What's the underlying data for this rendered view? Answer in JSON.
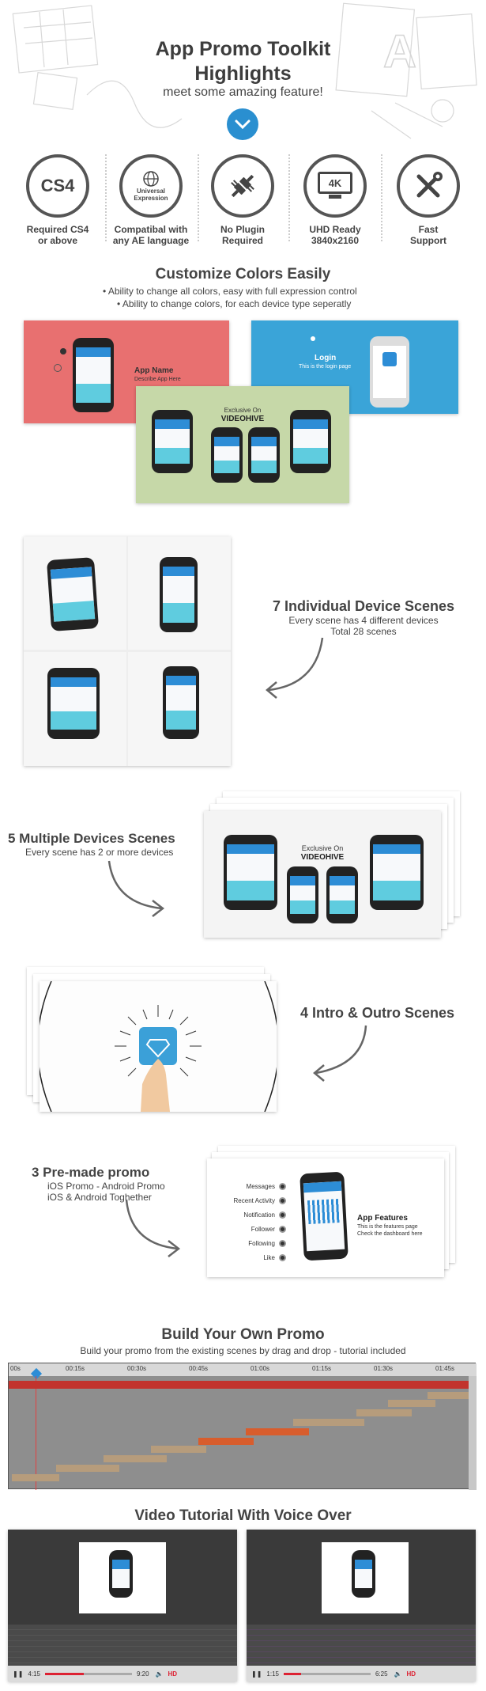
{
  "header": {
    "title_line1": "App Promo Toolkit",
    "title_line2": "Highlights",
    "subtitle": "meet some amazing feature!"
  },
  "features": [
    {
      "icon_text": "CS4",
      "label": "Required CS4\nor above"
    },
    {
      "icon_text": "Universal Expression",
      "label": "Compatibal with\nany AE language"
    },
    {
      "icon_text": "",
      "label": "No Plugin\nRequired"
    },
    {
      "icon_text": "4K",
      "label": "UHD Ready\n3840x2160"
    },
    {
      "icon_text": "",
      "label": "Fast\nSupport"
    }
  ],
  "colors_section": {
    "title": "Customize Colors Easily",
    "bullet1": "Ability to change all colors, easy with full expression control",
    "bullet2": "Ability to change colors, for each device type seperatly",
    "card_red_title": "App Name",
    "card_red_text": "Describe App Here",
    "card_blue_title": "Login",
    "card_blue_text": "This is the login page",
    "card_green_text1": "Exclusive On",
    "card_green_text2": "VIDEOHIVE"
  },
  "device_scenes": {
    "title": "7 Individual Device Scenes",
    "line1": "Every scene has 4 different devices",
    "line2": "Total 28 scenes"
  },
  "multi_scenes": {
    "title": "5 Multiple Devices Scenes",
    "line1": "Every scene has 2 or more devices",
    "card_text1": "Exclusive On",
    "card_text2": "VIDEOHIVE"
  },
  "intro_scenes": {
    "title": "4 Intro & Outro Scenes"
  },
  "premade": {
    "title": "3 Pre-made promo",
    "line1": "iOS Promo - Android Promo",
    "line2": "iOS & Android Toghether",
    "menu": [
      "Messages",
      "Recent Activity",
      "Notification",
      "Follower",
      "Following",
      "Like"
    ],
    "feature_title": "App Features",
    "feature_text1": "This is the features page",
    "feature_text2": "Check the dashboard here"
  },
  "build": {
    "title": "Build Your Own Promo",
    "subtitle": "Build your promo from the existing scenes by drag and drop - tutorial included",
    "ticks": [
      "00s",
      "00:15s",
      "00:30s",
      "00:45s",
      "01:00s",
      "01:15s",
      "01:30s",
      "01:45s"
    ]
  },
  "tutorial": {
    "title": "Video Tutorial With Voice Over",
    "left_time": "4:15",
    "left_total": "9:20",
    "right_time": "1:15",
    "right_total": "6:25",
    "hd": "HD"
  }
}
